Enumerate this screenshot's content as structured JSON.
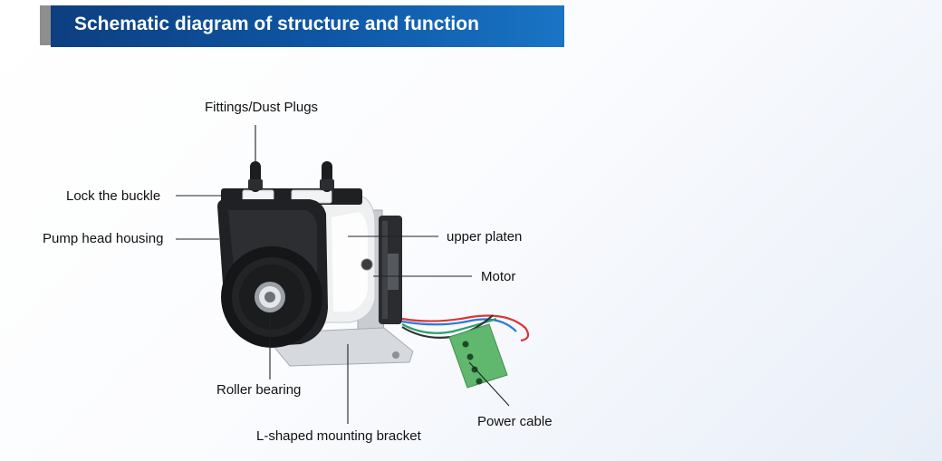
{
  "header": {
    "title": "Schematic diagram of structure and function"
  },
  "callouts": {
    "fittings": "Fittings/Dust Plugs",
    "lock_buckle": "Lock the buckle",
    "pump_housing": "Pump head housing",
    "upper_platen": "upper platen",
    "motor": "Motor",
    "roller_bearing": "Roller bearing",
    "power_cable": "Power cable",
    "bracket": "L-shaped mounting bracket"
  },
  "colors": {
    "header_dark": "#0d3f80",
    "header_light": "#1a74c5",
    "header_accent": "#8e8e8e",
    "connector_green": "#5fb86e"
  }
}
